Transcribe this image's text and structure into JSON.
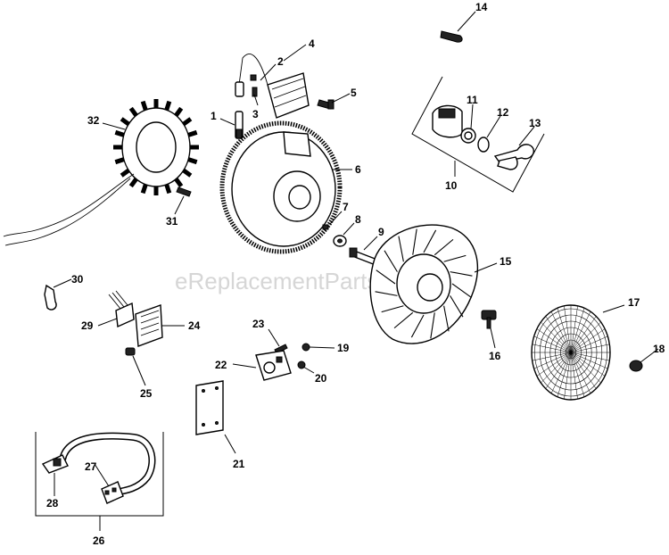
{
  "watermark": "eReplacementParts.com",
  "callouts": [
    {
      "id": "1",
      "label": "1"
    },
    {
      "id": "2",
      "label": "2"
    },
    {
      "id": "3",
      "label": "3"
    },
    {
      "id": "4",
      "label": "4"
    },
    {
      "id": "5",
      "label": "5"
    },
    {
      "id": "6",
      "label": "6"
    },
    {
      "id": "7",
      "label": "7"
    },
    {
      "id": "8",
      "label": "8"
    },
    {
      "id": "9",
      "label": "9"
    },
    {
      "id": "10",
      "label": "10"
    },
    {
      "id": "11",
      "label": "11"
    },
    {
      "id": "12",
      "label": "12"
    },
    {
      "id": "13",
      "label": "13"
    },
    {
      "id": "14",
      "label": "14"
    },
    {
      "id": "15",
      "label": "15"
    },
    {
      "id": "16",
      "label": "16"
    },
    {
      "id": "17",
      "label": "17"
    },
    {
      "id": "18",
      "label": "18"
    },
    {
      "id": "19",
      "label": "19"
    },
    {
      "id": "20",
      "label": "20"
    },
    {
      "id": "21",
      "label": "21"
    },
    {
      "id": "22",
      "label": "22"
    },
    {
      "id": "23",
      "label": "23"
    },
    {
      "id": "24",
      "label": "24"
    },
    {
      "id": "25",
      "label": "25"
    },
    {
      "id": "26",
      "label": "26"
    },
    {
      "id": "27",
      "label": "27"
    },
    {
      "id": "28",
      "label": "28"
    },
    {
      "id": "29",
      "label": "29"
    },
    {
      "id": "30",
      "label": "30"
    },
    {
      "id": "31",
      "label": "31"
    },
    {
      "id": "32",
      "label": "32"
    }
  ]
}
